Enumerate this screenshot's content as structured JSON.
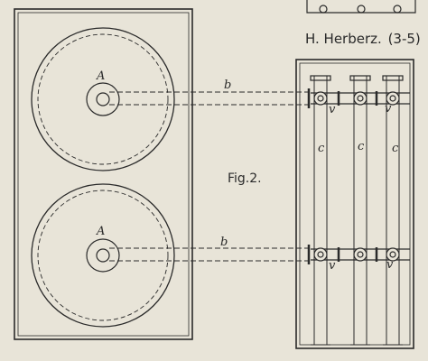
{
  "caption": {
    "author": "H. Herberz.",
    "number": "(3-5)",
    "figure": "Fig.2."
  },
  "labels": {
    "tank_top": "A",
    "tank_bottom": "A",
    "pipe_top": "b",
    "pipe_bottom": "b",
    "pipe_vertical_1": "c",
    "pipe_vertical_2": "c",
    "pipe_vertical_3": "c",
    "valve_top_1": "v",
    "valve_top_2": "v",
    "valve_bottom_1": "v",
    "valve_bottom_2": "v"
  },
  "colors": {
    "ink": "#2a2a2a",
    "paper": "#e8e4d8"
  }
}
